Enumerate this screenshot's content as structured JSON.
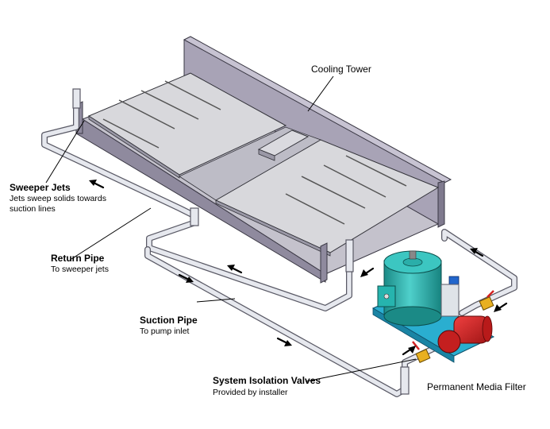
{
  "labels": {
    "cooling_tower": "Cooling Tower",
    "sweeper_jets": {
      "title": "Sweeper Jets",
      "sub_line1": "Jets sweep solids towards",
      "sub_line2": "suction lines"
    },
    "return_pipe": {
      "title": "Return Pipe",
      "sub": "To sweeper jets"
    },
    "suction_pipe": {
      "title": "Suction Pipe",
      "sub": "To pump inlet"
    },
    "isolation_valves": {
      "title": "System Isolation Valves",
      "sub": "Provided by installer"
    },
    "media_filter": "Permanent Media Filter"
  },
  "colors": {
    "basin_top": "#d4d4d8",
    "basin_side": "#8f8a9e",
    "basin_wall": "#a8a3b6",
    "pipe": "#e6e8ee",
    "pipe_edge": "#5a5a66",
    "tank": "#2bb5b0",
    "tank_dark": "#1b8a86",
    "skid": "#2aaed0",
    "pump": "#d42222",
    "valve": "#e8b020",
    "arrow": "#000000"
  }
}
